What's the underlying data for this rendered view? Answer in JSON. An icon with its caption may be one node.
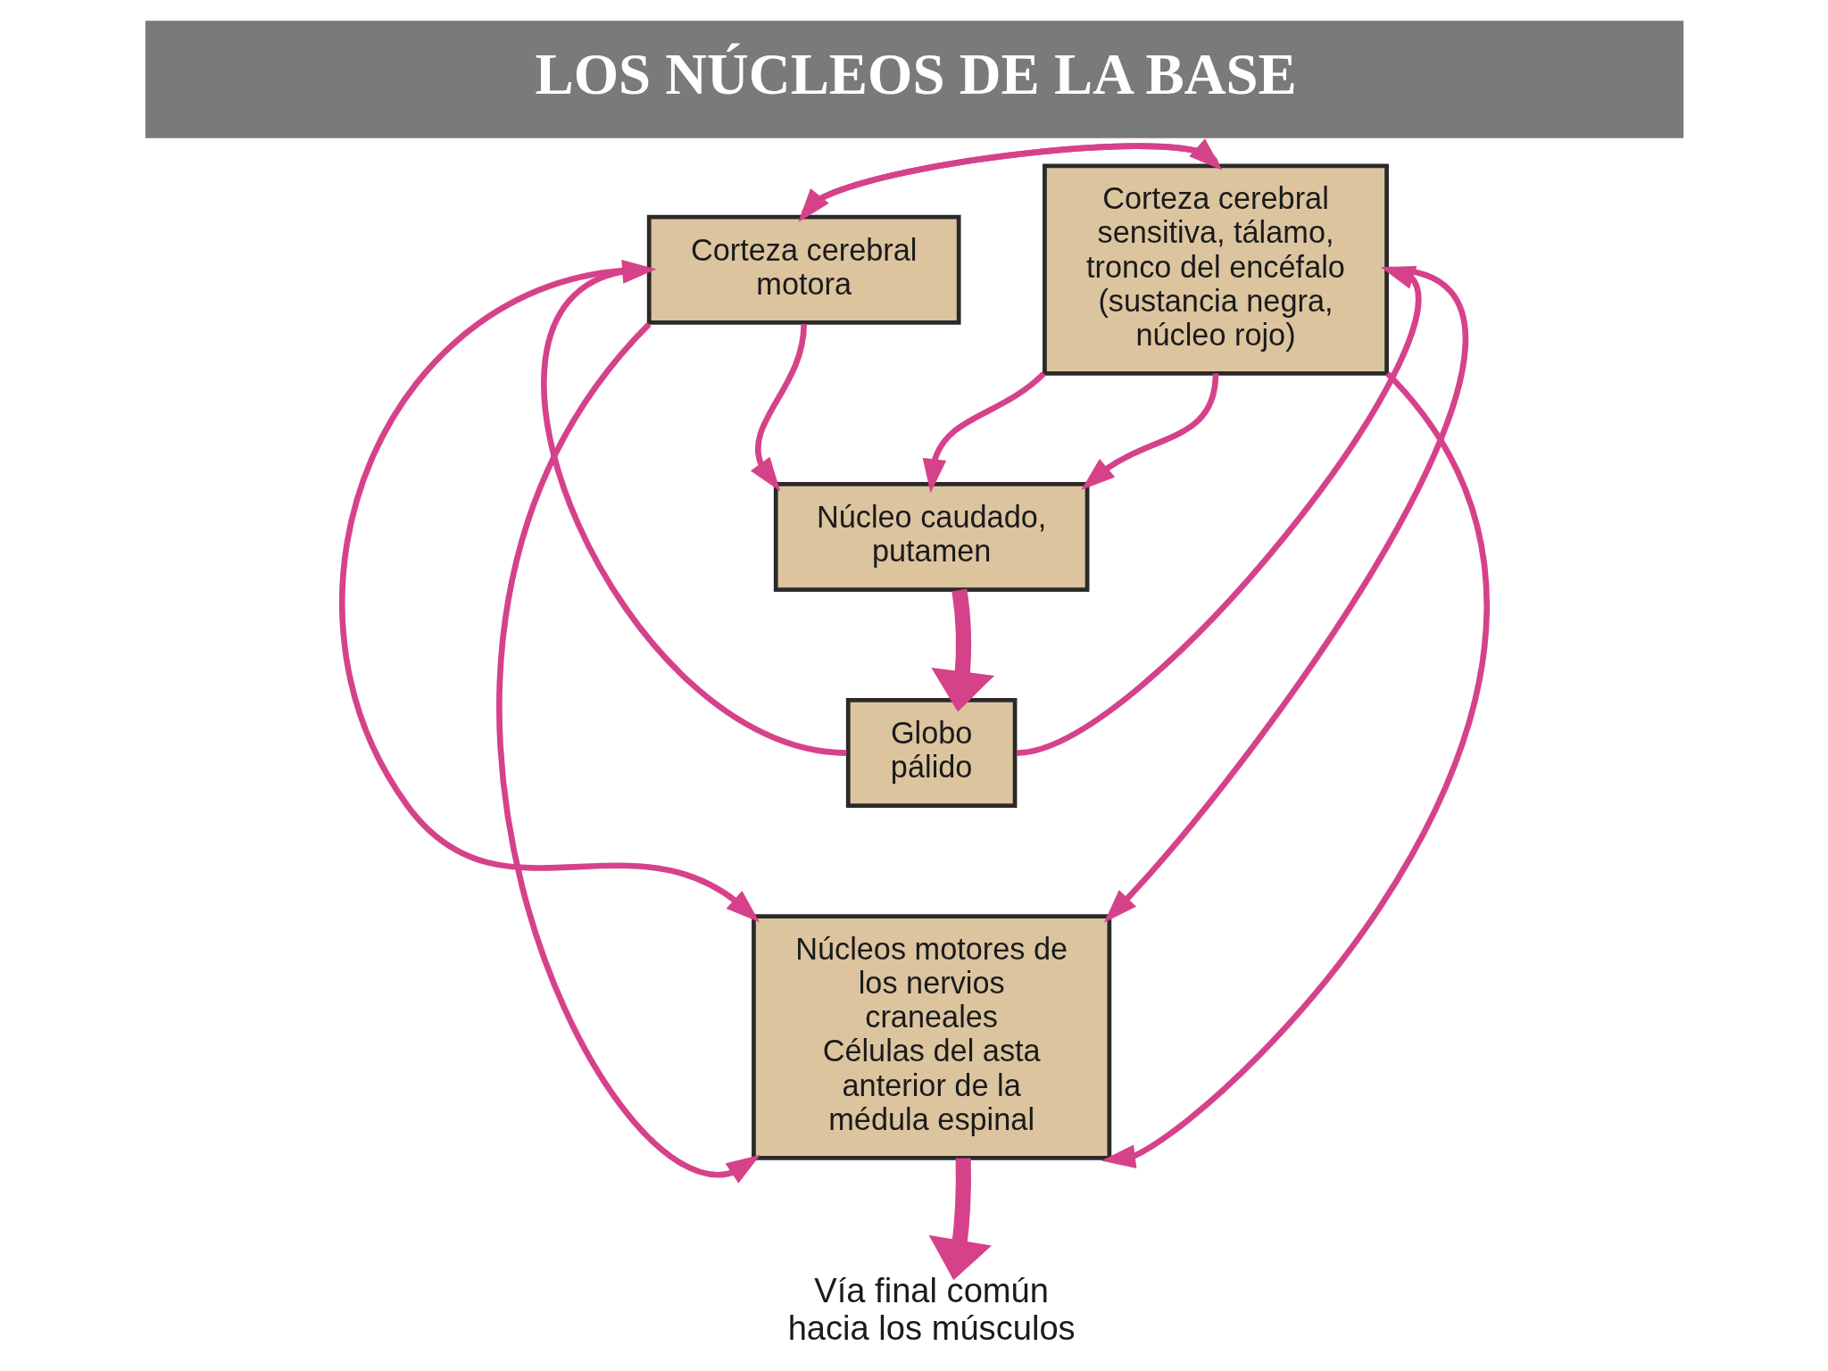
{
  "diagram": {
    "title": "LOS NÚCLEOS DE LA BASE",
    "nodes": [
      {
        "text": [
          "Corteza cerebral motora"
        ]
      },
      {
        "text": [
          "Corteza cerebral sensitiva, tálamo, tronco del encéfalo (sustancia negra, núcleo rojo)"
        ]
      },
      {
        "text": [
          "Núcleo caudado, putamen"
        ]
      },
      {
        "text": [
          "Globo pálido"
        ]
      },
      {
        "text": [
          "Núcleos motores de los nervios craneales",
          "Células del asta anterior de la médula espinal"
        ]
      },
      {
        "text": [
          "Vía final común hacia los músculos"
        ]
      }
    ],
    "edges": [
      {
        "from": 1,
        "to": 0,
        "arrow": "to"
      },
      {
        "from": 0,
        "to": 1,
        "arrow": "to"
      },
      {
        "from": 0,
        "to": 2,
        "arrow": "to"
      },
      {
        "from": 1,
        "to": 2,
        "arrow": "to"
      },
      {
        "from": 1,
        "to": 2,
        "arrow": "to"
      },
      {
        "from": 2,
        "to": 3,
        "arrow": "to",
        "style": "thick"
      },
      {
        "from": 3,
        "to": 0,
        "arrow": "to"
      },
      {
        "from": 3,
        "to": 1,
        "arrow": "to"
      },
      {
        "from": 0,
        "to": 4,
        "arrow": "to"
      },
      {
        "from": 0,
        "to": 4,
        "arrow": "to"
      },
      {
        "from": 1,
        "to": 4,
        "arrow": "to"
      },
      {
        "from": 1,
        "to": 4,
        "arrow": "to"
      },
      {
        "from": 4,
        "to": 5,
        "arrow": "to",
        "style": "thick"
      }
    ]
  }
}
